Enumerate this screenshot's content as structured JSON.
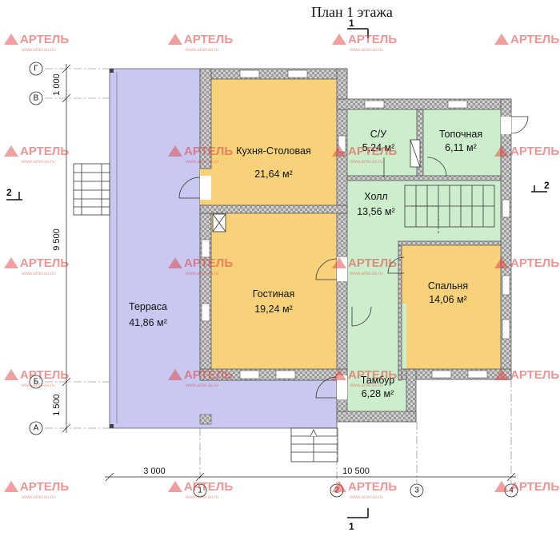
{
  "title": "План 1 этажа",
  "rooms": [
    {
      "id": "terrace",
      "name": "Терраса",
      "area": "41,86 м²"
    },
    {
      "id": "kitchen",
      "name": "Кухня-Столовая",
      "area": "21,64 м²"
    },
    {
      "id": "living",
      "name": "Гостиная",
      "area": "19,24 м²"
    },
    {
      "id": "bathroom",
      "name": "С/У",
      "area": "5,24 м²"
    },
    {
      "id": "boiler",
      "name": "Топочная",
      "area": "6,11 м²"
    },
    {
      "id": "hall",
      "name": "Холл",
      "area": "13,56 м²"
    },
    {
      "id": "bedroom",
      "name": "Спальня",
      "area": "14,06 м²"
    },
    {
      "id": "vestibule",
      "name": "Тамбур",
      "area": "6,28 м²"
    }
  ],
  "dimensions": {
    "left_top": "1 000",
    "left_middle": "9 500",
    "left_bottom": "1 500",
    "bottom_left": "3 000",
    "bottom_right": "10 500"
  },
  "axes": {
    "rows": [
      "Г",
      "В",
      "Б",
      "А"
    ],
    "columns": [
      "1",
      "2",
      "3",
      "4"
    ]
  },
  "sections": {
    "top": "1",
    "bottom": "1",
    "left": "2",
    "right": "2"
  },
  "watermark": {
    "brand": "АРТЕЛЬ",
    "sub": "www.artel-as.ru"
  },
  "colors": {
    "terrace": "#c8c8f0",
    "warm_rooms": "#f7d27a",
    "service_rooms": "#cdeecd",
    "wall": "#b8b8b8",
    "watermark": "#e04040"
  }
}
